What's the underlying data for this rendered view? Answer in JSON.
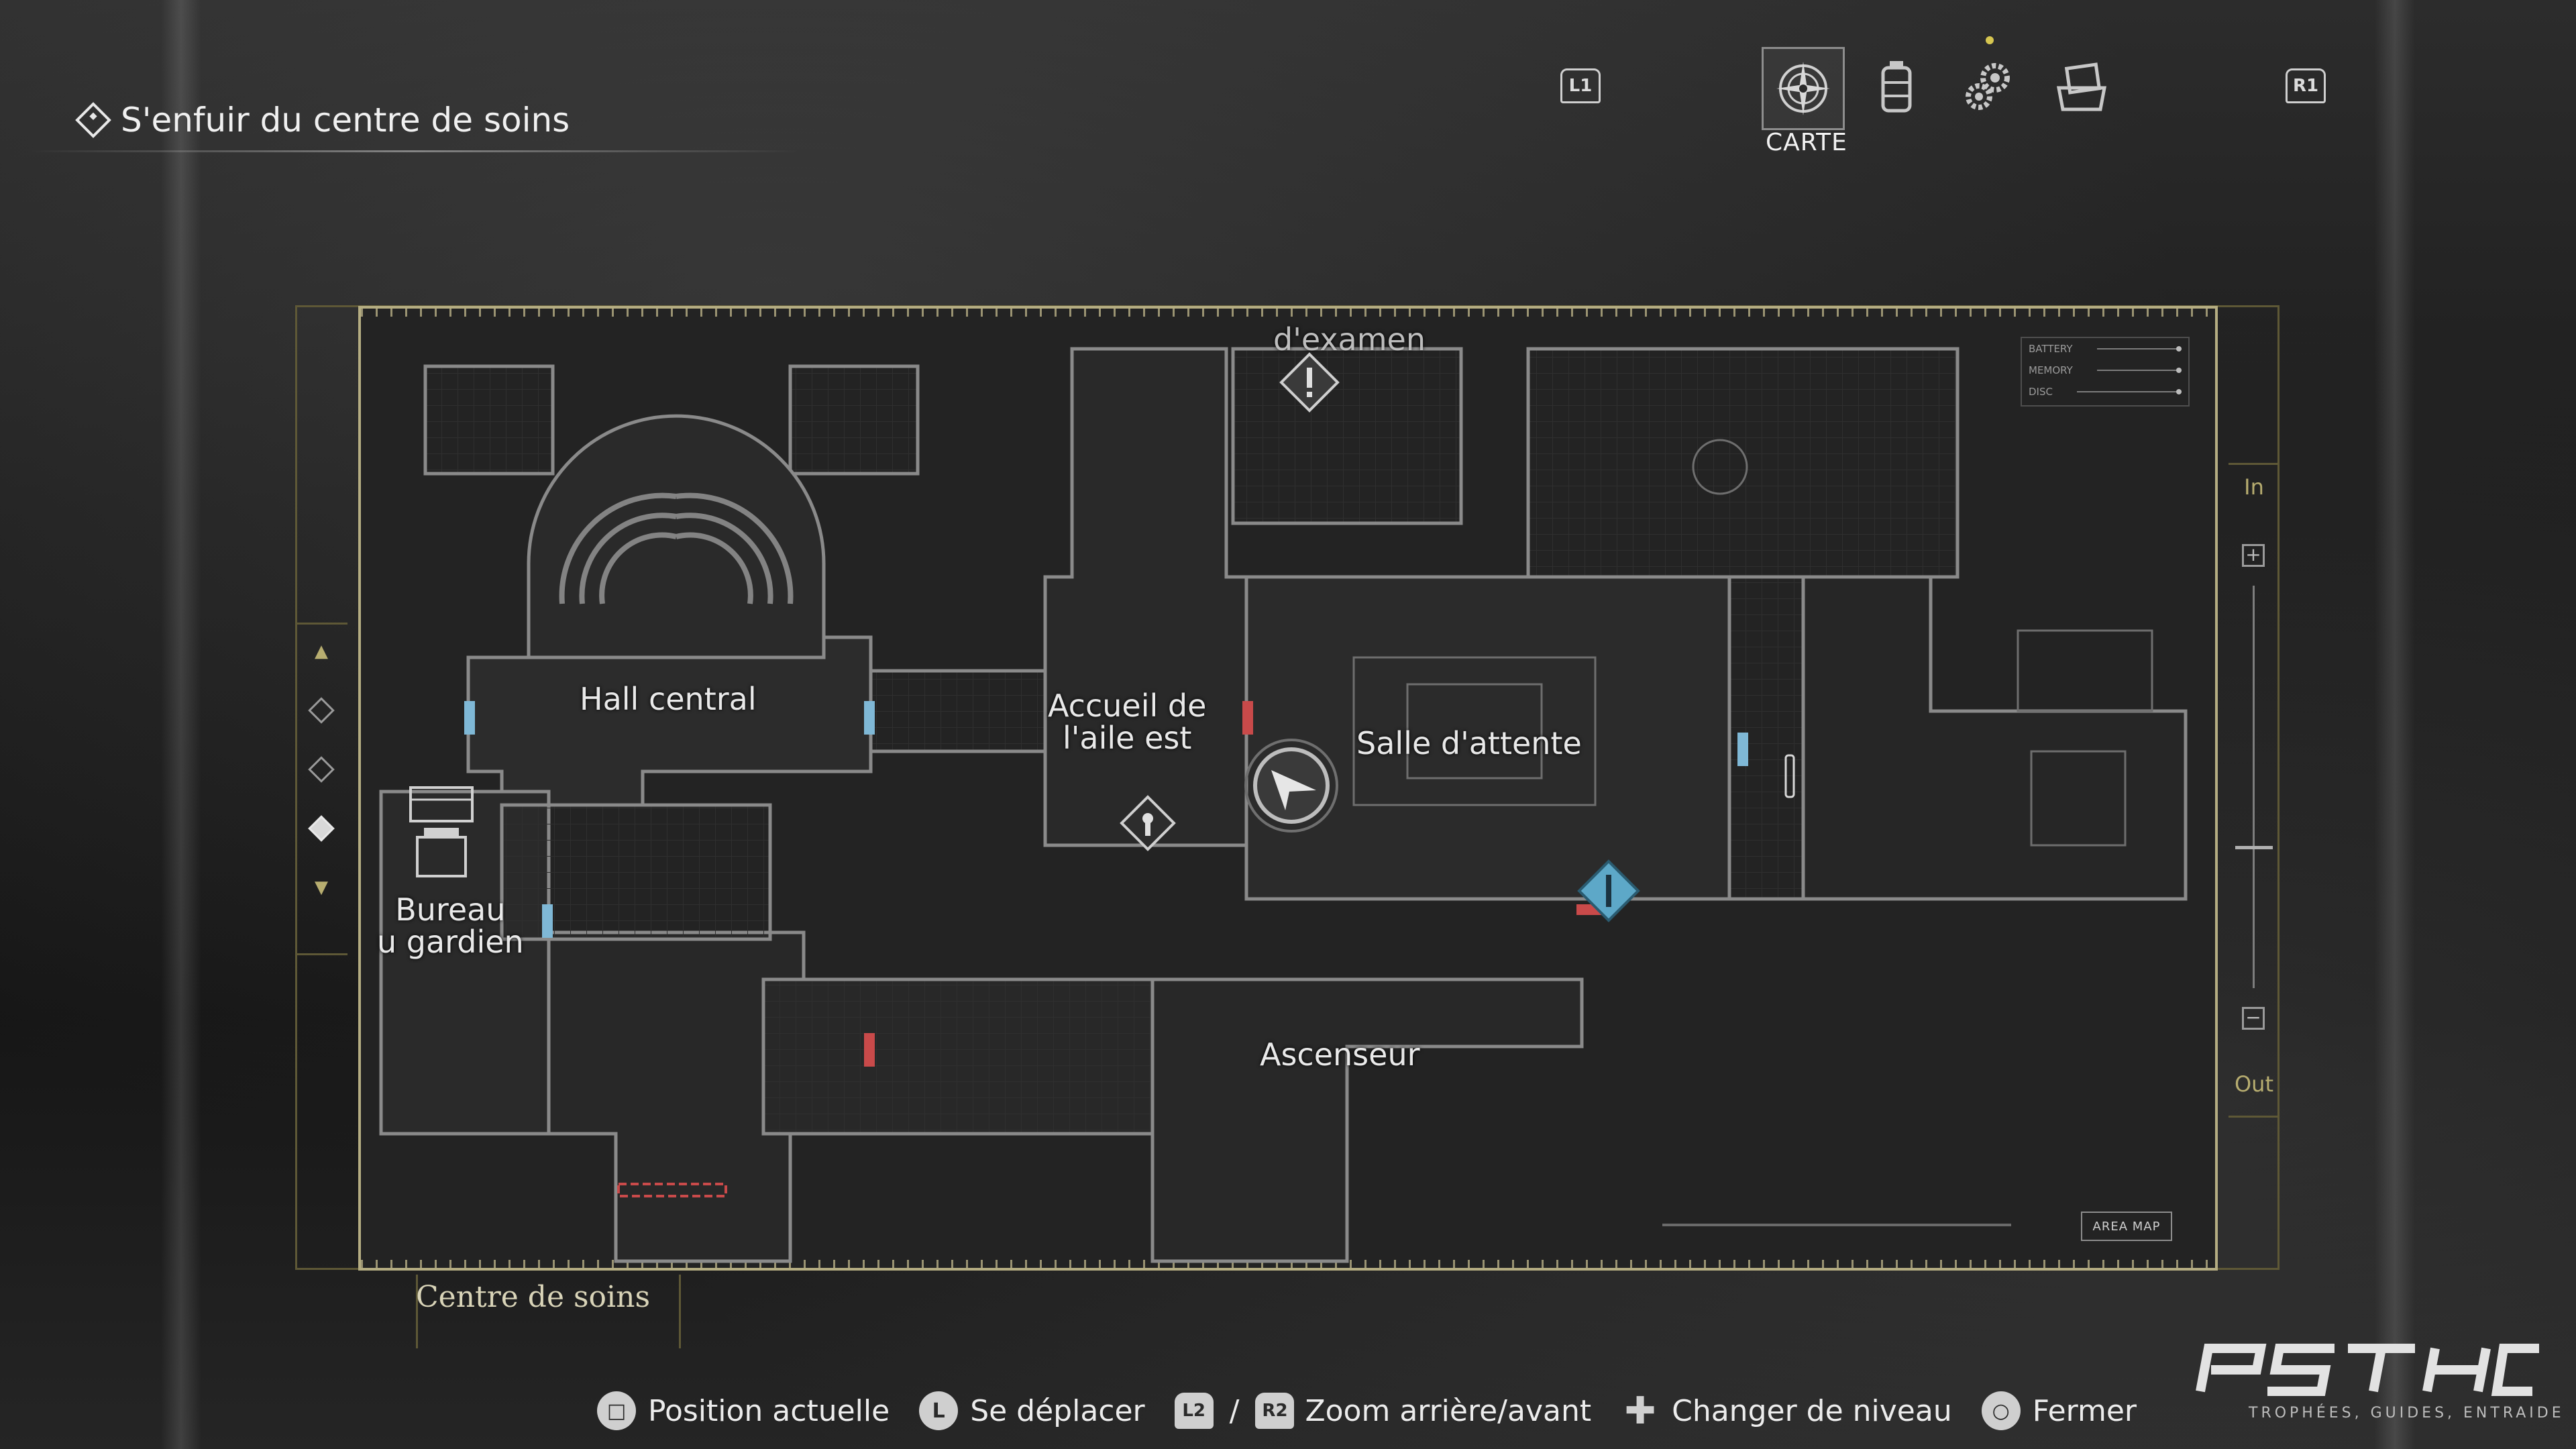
{
  "objective": {
    "text": "S'enfuir du centre de soins",
    "icon": "diamond-icon"
  },
  "tabs": {
    "left_shoulder": "L1",
    "right_shoulder": "R1",
    "items": [
      {
        "name": "map-tab",
        "icon": "compass-icon",
        "active": true,
        "label": "CARTE"
      },
      {
        "name": "inventory-tab",
        "icon": "canister-icon",
        "active": false
      },
      {
        "name": "upgrades-tab",
        "icon": "gears-icon",
        "active": false
      },
      {
        "name": "files-tab",
        "icon": "files-icon",
        "active": false
      }
    ],
    "active_label": "CARTE"
  },
  "map": {
    "rooms": {
      "hall_central": "Hall central",
      "accueil": "Accueil de\nl'aile est",
      "salle_attente": "Salle d'attente",
      "ascenseur": "Ascenseur",
      "bureau": "Bureau\nu gardien",
      "examen": "d'examen"
    },
    "status": {
      "battery": "BATTERY",
      "memory": "MEMORY",
      "disc": "DISC"
    },
    "area_map_button": "AREA MAP",
    "area_name": "Centre de soins",
    "markers": [
      "player-arrow-icon",
      "save-point-icon",
      "objective-marker-icon",
      "key-lock-icon",
      "typewriter-icon"
    ]
  },
  "zoom": {
    "in_label": "In",
    "out_label": "Out",
    "plus": "+",
    "minus": "−"
  },
  "levels": {
    "count": 3,
    "current_index": 2
  },
  "controls": [
    {
      "button": "□",
      "label": "Position actuelle"
    },
    {
      "button": "L",
      "label": "Se déplacer"
    },
    {
      "button": "L2",
      "label": ""
    },
    {
      "button": "R2",
      "label": "Zoom arrière/avant"
    },
    {
      "button": "✚",
      "label": "Changer de niveau"
    },
    {
      "button": "○",
      "label": "Fermer"
    }
  ],
  "controls_separator": "/",
  "brand": {
    "tagline": "TROPHÉES, GUIDES, ENTRAIDE"
  },
  "colors": {
    "frame": "#b5ad82",
    "door_blue": "#7fb8d6",
    "door_red": "#c94a4a",
    "objective": "#5da8c8"
  }
}
